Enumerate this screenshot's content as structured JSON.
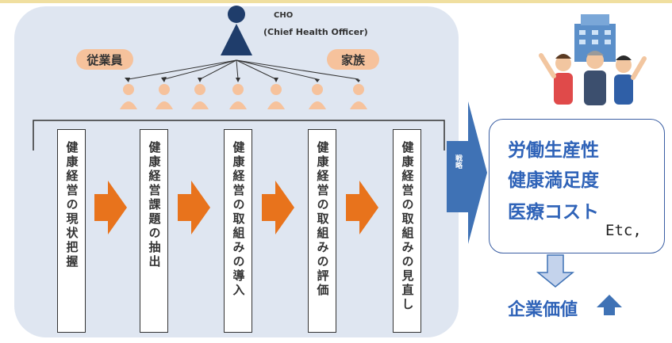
{
  "cho": {
    "label": "CHO",
    "subtitle": "(Chief Health Officer)"
  },
  "groups": {
    "employees": "従業員",
    "family": "家族"
  },
  "steps": [
    {
      "label": "健康経営の現状把握"
    },
    {
      "label": "健康経営課題の抽出"
    },
    {
      "label": "健康経営の取組みの導入"
    },
    {
      "label": "健康経営の取組みの評価"
    },
    {
      "label": "健康経営の取組みの見直し"
    }
  ],
  "connector": {
    "label": "戦略"
  },
  "results": [
    {
      "label": "労働生産性",
      "direction": "up"
    },
    {
      "label": "健康満足度",
      "direction": "up"
    },
    {
      "label": "医療コスト",
      "direction": "down"
    }
  ],
  "etc_label": "Etc,",
  "enterprise_value": {
    "label": "企業価値",
    "direction": "up"
  },
  "colors": {
    "panel_bg": "#dfe6f1",
    "cho_person": "#1f3d6b",
    "people": "#f6c29c",
    "step_arrow": "#e8731c",
    "connector_arrow": "#3f72b5",
    "result_text": "#2f63b8",
    "up_down_arrow": "#3f72b5",
    "bottom_arrow_fill": "#c4d3ec"
  }
}
